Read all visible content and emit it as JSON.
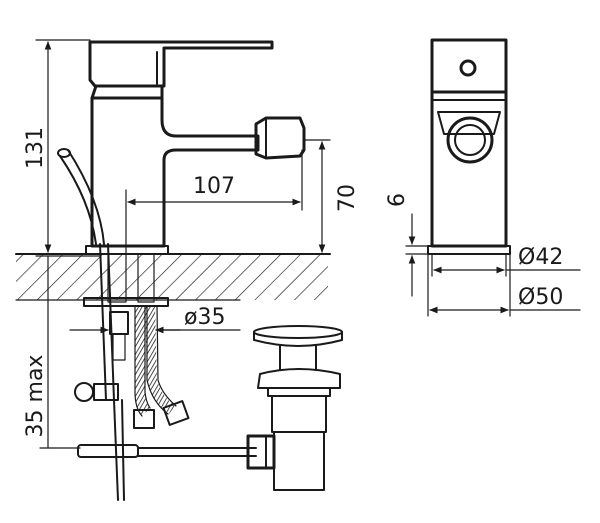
{
  "dimensions": {
    "total_height": "131",
    "spout_reach": "107",
    "spout_height": "70",
    "base_thickness": "6",
    "base_inner_diameter": "Ø42",
    "base_outer_diameter": "Ø50",
    "mounting_hole": "ø35",
    "max_deck_thickness": "35 max"
  }
}
